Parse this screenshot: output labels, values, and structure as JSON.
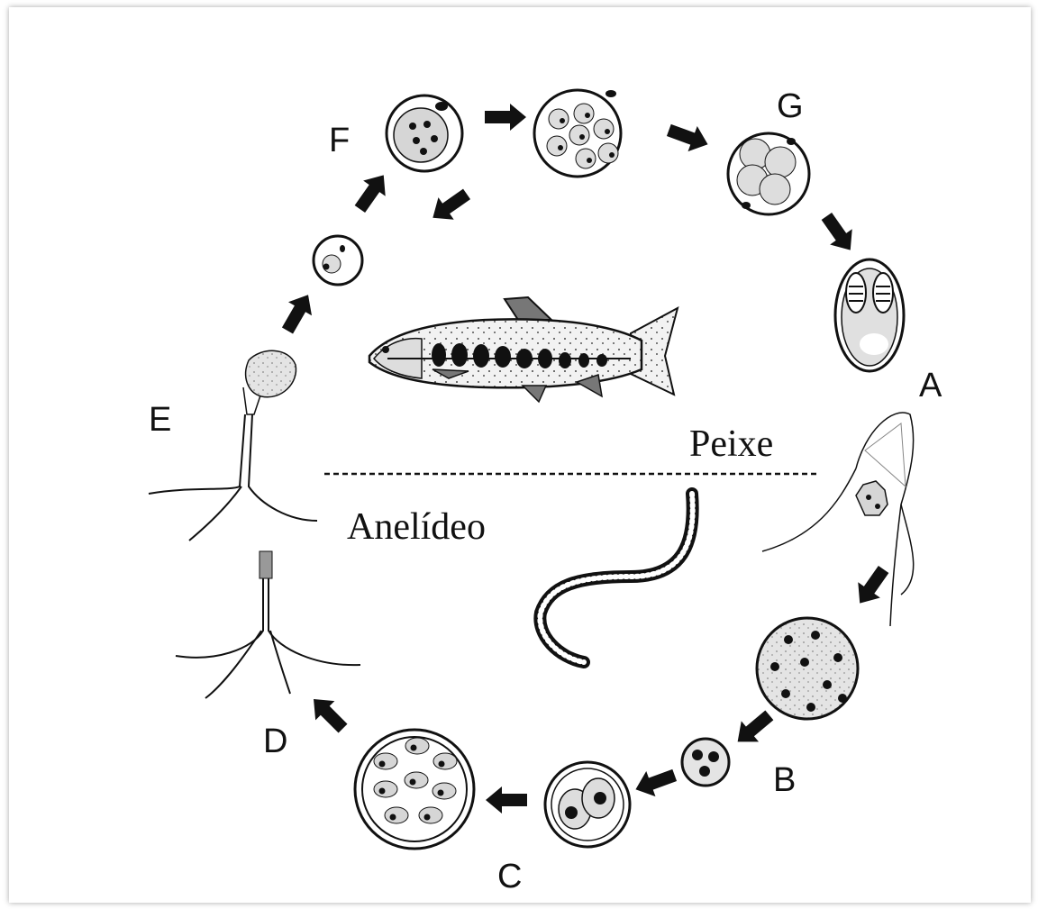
{
  "diagram": {
    "hosts": {
      "fish": "Peixe",
      "annelid": "Anelídeo"
    },
    "stages": {
      "A": "A",
      "B": "B",
      "C": "C",
      "D": "D",
      "E": "E",
      "F": "F",
      "G": "G"
    },
    "colors": {
      "ink": "#111111",
      "fill_grey": "#d8d8d8",
      "background": "#ffffff"
    }
  }
}
